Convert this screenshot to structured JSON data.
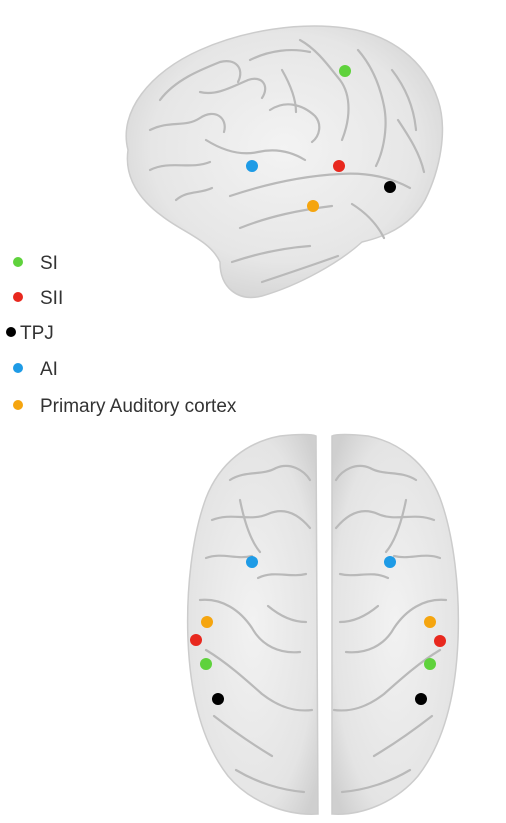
{
  "legend": {
    "items": [
      {
        "key": "si",
        "label": "SI",
        "color": "#5fd23c"
      },
      {
        "key": "sii",
        "label": "SII",
        "color": "#e8281e"
      },
      {
        "key": "tpj",
        "label": "TPJ",
        "color": "#000000"
      },
      {
        "key": "ai",
        "label": "AI",
        "color": "#1e9be6"
      },
      {
        "key": "pac",
        "label": "Primary Auditory cortex",
        "color": "#f5a50f"
      }
    ]
  },
  "lateral_view": {
    "markers": [
      "si",
      "sii",
      "tpj",
      "ai",
      "pac"
    ]
  },
  "dorsal_view": {
    "left_hemisphere": {
      "markers": [
        "ai",
        "pac",
        "sii",
        "si",
        "tpj"
      ]
    },
    "right_hemisphere": {
      "markers": [
        "ai",
        "pac",
        "sii",
        "si",
        "tpj"
      ]
    }
  }
}
